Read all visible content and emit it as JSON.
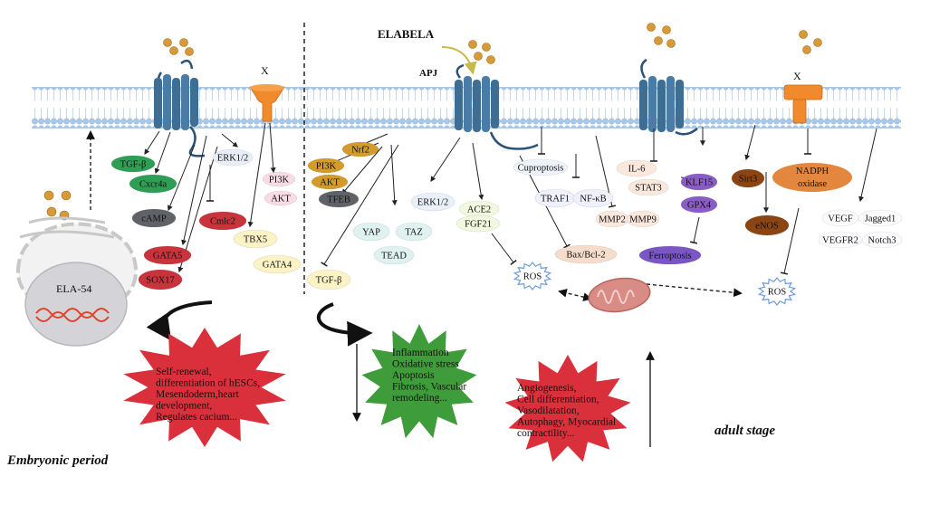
{
  "labels": {
    "elabela": "ELABELA",
    "apj": "APJ",
    "x_left": "X",
    "x_right": "X",
    "ela54": "ELA-54",
    "embryonic_period": "Embryonic period",
    "adult_stage": "adult stage"
  },
  "nodes": {
    "tgfb_left": "TGF-β",
    "cxcr4a": "Cxcr4a",
    "camp": "cAMP",
    "erk12_left": "ERK1/2",
    "cmlc2": "Cmlc2",
    "gata5": "GATA5",
    "sox17": "SOX17",
    "pi3k_left": "PI3K",
    "akt_left": "AKT",
    "tbx5": "TBX5",
    "gata4": "GATA4",
    "nrf2": "Nrf2",
    "pi3k_mid": "PI3K",
    "akt_mid": "AKT",
    "tfeb": "TFEB",
    "yap": "YAP",
    "taz": "TAZ",
    "tead": "TEAD",
    "tgfb_mid": "TGF-β",
    "erk12_mid": "ERK1/2",
    "ace2": "ACE2",
    "fgf21": "FGF21",
    "cuproptosis": "Cuproptosis",
    "traf1": "TRAF1",
    "nfkb": "NF-κB",
    "mmp2": "MMP2",
    "mmp9": "MMP9",
    "il6": "IL-6",
    "stat3": "STAT3",
    "klf15": "KLF15",
    "gpx4": "GPX4",
    "ferroptosis": "Ferroptosis",
    "baxbcl2": "Bax/Bcl-2",
    "ros_left": "ROS",
    "ros_right": "ROS",
    "sirt3": "Sirt3",
    "enos": "eNOS",
    "nadph_l1": "NADPH",
    "nadph_l2": "oxidase",
    "vegf": "VEGF",
    "jagged1": "Jagged1",
    "vegfr2": "VEGFR2",
    "notch3": "Notch3"
  },
  "bursts": {
    "embryo_lines": [
      "Self-renewal,",
      "differentiation of hESCs,",
      "Mesendoderm,heart",
      "development,",
      " Regulates  cacium..."
    ],
    "injury_lines": [
      "Inflammation",
      "Oxidative stress",
      "Apoptosis",
      "Fibrosis, Vascular",
      "remodeling..."
    ],
    "protect_lines": [
      "Angiogenesis,",
      "Cell differentiation,",
      "Vasodilatation,",
      "Autophagy, Myocardial",
      "contractility..."
    ]
  },
  "colors": {
    "membrane_head": "#a9c8e8",
    "receptor": "#3f6e95",
    "receptor_dark": "#2b5276",
    "x_receptor": "#f08a2c",
    "ligand": "#d89a38",
    "green_node": "#2f9e55",
    "red_node": "#c9333b",
    "gray_node": "#5f6368",
    "purple_node": "#8a5cc6",
    "brown_node": "#8b4513",
    "burst_red": "#d9303b",
    "burst_green": "#3f9c3a",
    "ros_blue": "#6f9bd8"
  }
}
